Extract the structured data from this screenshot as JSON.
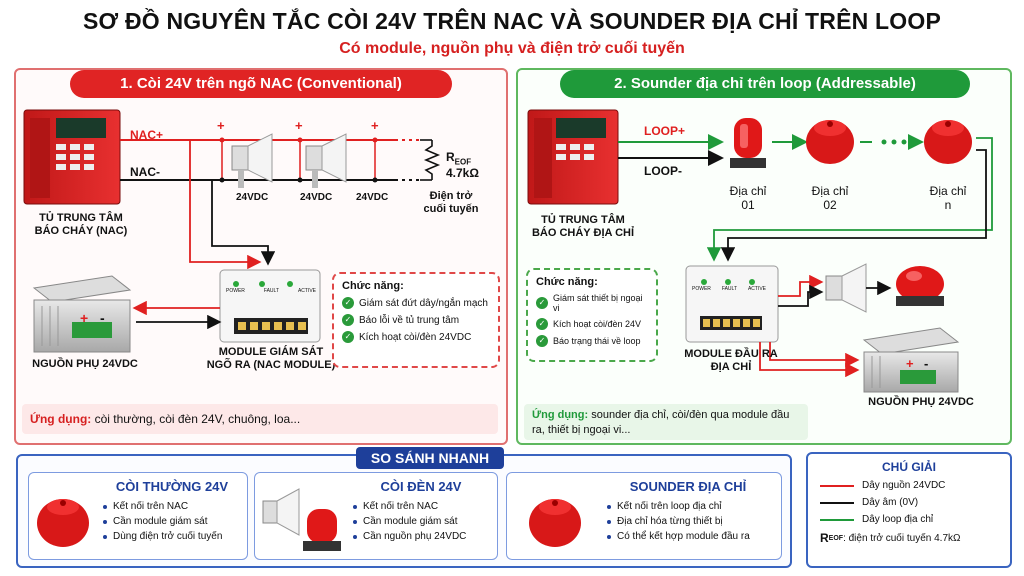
{
  "title": "SƠ ĐỒ NGUYÊN TẮC CÒI 24V TRÊN NAC VÀ SOUNDER ĐỊA CHỈ TRÊN LOOP",
  "subtitle": "Có module, nguồn phụ và điện trở cuối tuyến",
  "p1": {
    "header": "1. Còi 24V trên ngõ NAC (Conventional)",
    "panel_label": "TỦ TRUNG TÂM\nBÁO CHÁY (NAC)",
    "nac_plus": "NAC+",
    "nac_minus": "NAC-",
    "plus": "+",
    "minus": "-",
    "dc": "24VDC",
    "r_label": "R",
    "r_sub": "EOF",
    "r_val": "4.7kΩ",
    "r_desc": "Điện trở\ncuối tuyến",
    "psu_label": "NGUỒN PHỤ 24VDC",
    "module_label": "MODULE GIÁM SÁT\nNGÕ RA (NAC MODULE)",
    "led1": "POWER",
    "led2": "FAULT",
    "led3": "ACTIVE",
    "func_title": "Chức năng:",
    "funcs": [
      "Giám sát đứt dây/ngắn mạch",
      "Báo lỗi về tủ trung tâm",
      "Kích hoạt còi/đèn 24VDC"
    ],
    "app_label": "Ứng dụng:",
    "app_text": " còi thường, còi đèn 24V, chuông, loa..."
  },
  "p2": {
    "header": "2. Sounder địa chỉ trên loop (Addressable)",
    "panel_label": "TỦ TRUNG TÂM\nBÁO CHÁY ĐỊA CHỈ",
    "loop_plus": "LOOP+",
    "loop_minus": "LOOP-",
    "addr1": "Địa chỉ\n01",
    "addr2": "Địa chỉ\n02",
    "addrn": "Địa chỉ\nn",
    "func_title": "Chức năng:",
    "funcs": [
      "Giám sát thiết bị ngoại vi",
      "Kích hoạt còi/đèn 24V",
      "Báo trạng thái về loop"
    ],
    "module_label": "MODULE ĐẦU RA\nĐỊA CHỈ",
    "led1": "POWER",
    "led2": "FAULT",
    "led3": "ACTIVE",
    "psu_label": "NGUỒN PHỤ 24VDC",
    "app_label": "Ứng dụng:",
    "app_text": " sounder địa chỉ, còi/đèn qua module đầu ra, thiết bị ngoại vi..."
  },
  "compare": {
    "header": "SO SÁNH NHANH",
    "cards": [
      {
        "title": "CÒI THƯỜNG 24V",
        "items": [
          "Kết nối trên NAC",
          "Cần module giám sát",
          "Dùng điện trở cuối tuyến"
        ]
      },
      {
        "title": "CÒI ĐÈN 24V",
        "items": [
          "Kết nối trên NAC",
          "Cần module giám sát",
          "Cần nguồn phụ 24VDC"
        ]
      },
      {
        "title": "SOUNDER ĐỊA CHỈ",
        "items": [
          "Kết nối trên loop địa chỉ",
          "Địa chỉ hóa từng thiết bị",
          "Có thể kết hợp module đầu ra"
        ]
      }
    ]
  },
  "legend": {
    "title": "CHÚ GIẢI",
    "items": [
      {
        "label": "Dây nguồn 24VDC",
        "color": "#e02020"
      },
      {
        "label": "Dây âm (0V)",
        "color": "#111111"
      },
      {
        "label": "Dây loop địa chỉ",
        "color": "#1f9a3a"
      }
    ],
    "reof_r": "R",
    "reof_sub": "EOF",
    "reof_text": ": điện trở cuối tuyến 4.7kΩ"
  },
  "colors": {
    "red": "#e02020",
    "green": "#1f9a3a",
    "navy": "#1e3f9a"
  }
}
